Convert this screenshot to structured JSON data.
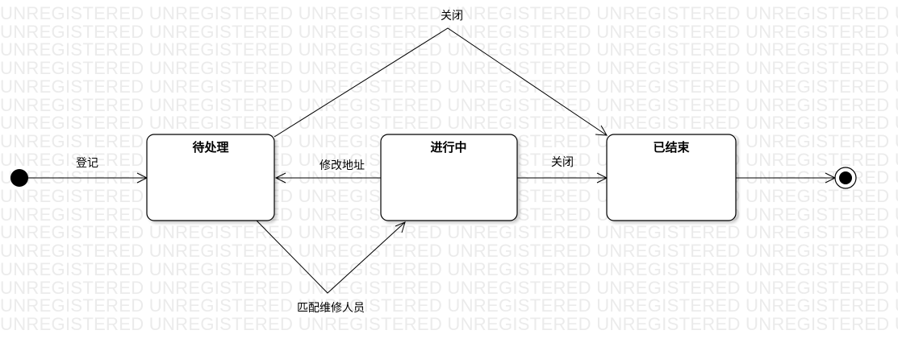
{
  "watermark": {
    "text": "UNREGISTERED",
    "color": "#ebebeb"
  },
  "states": {
    "pending": {
      "label": "待处理"
    },
    "in_progress": {
      "label": "进行中"
    },
    "ended": {
      "label": "已结束"
    }
  },
  "transitions": {
    "register": {
      "label": "登记"
    },
    "modify_address": {
      "label": "修改地址"
    },
    "close_from_in_progress": {
      "label": "关闭"
    },
    "close_from_pending": {
      "label": "关闭"
    },
    "assign_repairer": {
      "label": "匹配维修人员"
    }
  },
  "pseudostates": {
    "initial": {
      "icon": "initial-state-dot-icon"
    },
    "final": {
      "icon": "final-state-bullseye-icon"
    }
  }
}
